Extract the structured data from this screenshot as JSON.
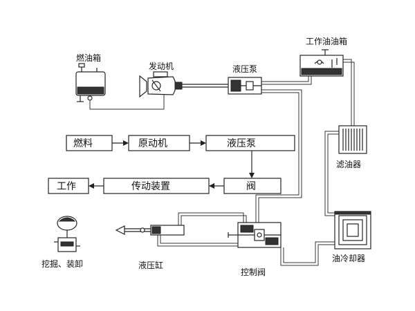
{
  "labels": {
    "fuel_tank": "燃油箱",
    "engine": "发动机",
    "pump_top": "液压泵",
    "work_tank": "工作油油箱",
    "filter": "滤油器",
    "cooler": "油冷却器",
    "control_valve": "控制阀",
    "cylinder": "液压缸",
    "dig": "挖掘、装卸"
  },
  "flow": {
    "fuel": "燃料",
    "prime_mover": "原动机",
    "pump": "液压泵",
    "valve": "阀",
    "transmission": "传动装置",
    "work": "工作"
  },
  "colors": {
    "line": "#222222",
    "fill": "#333333"
  }
}
